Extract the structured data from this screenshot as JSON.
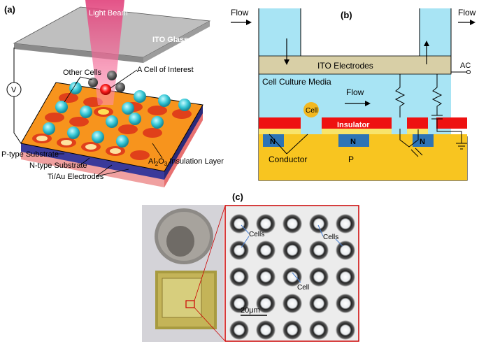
{
  "panel_a": {
    "label": "(a)",
    "light_beam": "Light Beam",
    "ito_glass": "ITO Glass",
    "voltmeter": "V",
    "other_cells": "Other Cells",
    "cell_of_interest": "A Cell of Interest",
    "p_substrate": "P-type Substrate",
    "n_substrate": "N-type Substrate",
    "electrodes": "Ti/Au Electrodes",
    "insulation_prefix": "Al",
    "insulation_sub1": "2",
    "insulation_mid": "O",
    "insulation_sub2": "3",
    "insulation_suffix": " Insulation Layer"
  },
  "panel_b": {
    "label": "(b)",
    "flow_in": "Flow",
    "flow_out": "Flow",
    "ito_electrodes": "ITO Electrodes",
    "ac": "AC",
    "media": "Cell Culture Media",
    "flow_mid": "Flow",
    "cell": "Cell",
    "insulator": "Insulator",
    "n1": "N",
    "n2": "N",
    "n3": "N",
    "conductor": "Conductor",
    "p": "P"
  },
  "panel_c": {
    "label": "(c)",
    "cells_1": "Cells",
    "cells_2": "Cells",
    "cell": "Cell",
    "scale": "20μm"
  },
  "colors": {
    "media": "#a8e4f4",
    "ito": "#d8cfa6",
    "insulator": "#ee1111",
    "p_layer": "#f8c520",
    "n_layer": "#2e74b5",
    "orange": "#f7941d",
    "cyan_cell": "#36c7d6"
  }
}
